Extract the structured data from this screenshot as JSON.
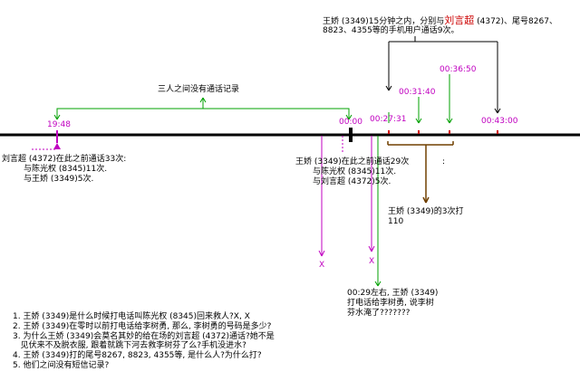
{
  "top_note": {
    "part1": "王娇 (3349)15分钟之内，分别与",
    "name": "刘言超",
    "part2": " (4372)、尾号8267、",
    "line2": "8823、4355等的手机用户通话9次。"
  },
  "no_call_label": "三人之间没有通话记录",
  "times": {
    "t1948": "19:48",
    "t0000": "00:00",
    "t0027": "00:27:31",
    "t0031": "00:31:40",
    "t0036": "00:36:50",
    "t0043": "00:43:00"
  },
  "left_stats": {
    "line1": "刘言超 (4372)在此之前通话33次:",
    "line2": "与陈光权 (8345)11次.",
    "line3": "与王娇 (3349)5次."
  },
  "mid_stats": {
    "line1": "王娇 (3349)在此之前通话29次",
    "line2": "与陈光权 (8345)11次.",
    "line3": "与刘言超 (4372)5次."
  },
  "colon_mark": ":",
  "three_calls": {
    "line1": "王娇 (3349)的3次打",
    "line2": "110"
  },
  "x_marks": {
    "first": "X",
    "second": "X"
  },
  "right_note": {
    "line1": "00:29左右, 王娇 (3349)",
    "line2": "打电话给李树勇, 说李树",
    "line3": "芬水淹了???????"
  },
  "questions": [
    "1. 王娇 (3349)是什么时候打电话叫陈光权 (8345)回来救人?X, X",
    "2. 王娇 (3349)在零时以前打电话给李树勇, 那么, 李树勇的号码是多少?",
    "3. 为什么王娇 (3349)会莫名其妙的给在场的刘言超 (4372)通话?她不是",
    "   见伏来不及脱衣服, 跟着就跳下河去救李树芬了么?手机没进水?",
    "4. 王娇 (3349)打的尾号8267, 8823, 4355等, 是什么人?为什么打?",
    "5. 他们之间没有短信记录?"
  ],
  "colors": {
    "green": "#00a000",
    "magenta": "#c000c0",
    "red": "#cc0000",
    "brown": "#704000",
    "black": "#000000"
  }
}
